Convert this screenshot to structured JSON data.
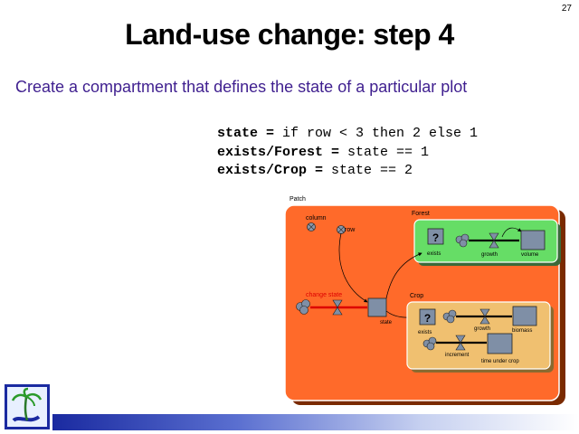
{
  "slide": {
    "number": "27",
    "title": "Land-use change: step 4",
    "subtitle": "Create a compartment that defines the state of a particular plot"
  },
  "code_lines": [
    {
      "lhs": "state =",
      "rhs": " if row < 3 then 2 else 1"
    },
    {
      "lhs": "exists/Forest =",
      "rhs": " state == 1"
    },
    {
      "lhs": "exists/Crop =",
      "rhs": " state == 2"
    }
  ],
  "diagram": {
    "patch_label": "Patch",
    "column_label": "column",
    "row_label": "row",
    "change_state_label": "change state",
    "state_label": "state",
    "forest": {
      "title": "Forest",
      "exists_label": "exists",
      "exists_mark": "?",
      "growth_label": "growth",
      "volume_label": "volume"
    },
    "crop": {
      "title": "Crop",
      "exists_label": "exists",
      "exists_mark": "?",
      "growth_label": "growth",
      "biomass_label": "biomass",
      "increment_label": "increment",
      "time_under_crop_label": "time under crop"
    }
  },
  "colors": {
    "patch_fill": "#ff6a2a",
    "forest_fill": "#66dd66",
    "crop_fill": "#f0c070",
    "stock_fill": "#7f8fa6",
    "subtitle_text": "#3f1f8f",
    "flow_red": "#dd0000",
    "logo_blue": "#1a2aa0"
  },
  "logo": {
    "icon": "palm-tree-logo-icon"
  }
}
